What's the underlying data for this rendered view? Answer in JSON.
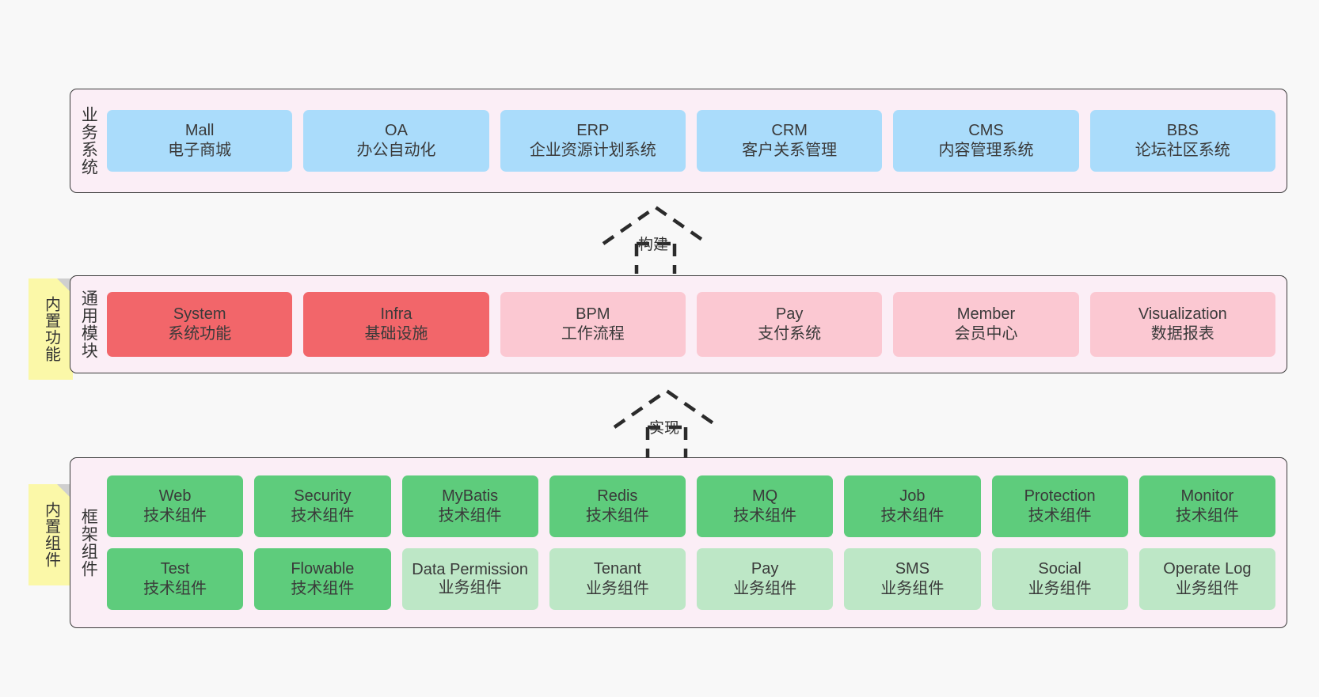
{
  "layers": [
    {
      "id": "business-systems",
      "title": "业务系统",
      "cards": [
        {
          "en": "Mall",
          "cn": "电子商城"
        },
        {
          "en": "OA",
          "cn": "办公自动化"
        },
        {
          "en": "ERP",
          "cn": "企业资源计划系统"
        },
        {
          "en": "CRM",
          "cn": "客户关系管理"
        },
        {
          "en": "CMS",
          "cn": "内容管理系统"
        },
        {
          "en": "BBS",
          "cn": "论坛社区系统"
        }
      ]
    },
    {
      "id": "common-modules",
      "title": "通用模块",
      "note": "内置功能",
      "cards": [
        {
          "en": "System",
          "cn": "系统功能",
          "style": "red"
        },
        {
          "en": "Infra",
          "cn": "基础设施",
          "style": "red"
        },
        {
          "en": "BPM",
          "cn": "工作流程",
          "style": "pink"
        },
        {
          "en": "Pay",
          "cn": "支付系统",
          "style": "pink"
        },
        {
          "en": "Member",
          "cn": "会员中心",
          "style": "pink"
        },
        {
          "en": "Visualization",
          "cn": "数据报表",
          "style": "pink"
        }
      ]
    },
    {
      "id": "framework-components",
      "title": "框架组件",
      "note": "内置组件",
      "rows": [
        [
          {
            "en": "Web",
            "cn": "技术组件",
            "style": "green"
          },
          {
            "en": "Security",
            "cn": "技术组件",
            "style": "green"
          },
          {
            "en": "MyBatis",
            "cn": "技术组件",
            "style": "green"
          },
          {
            "en": "Redis",
            "cn": "技术组件",
            "style": "green"
          },
          {
            "en": "MQ",
            "cn": "技术组件",
            "style": "green"
          },
          {
            "en": "Job",
            "cn": "技术组件",
            "style": "green"
          },
          {
            "en": "Protection",
            "cn": "技术组件",
            "style": "green"
          },
          {
            "en": "Monitor",
            "cn": "技术组件",
            "style": "green"
          }
        ],
        [
          {
            "en": "Test",
            "cn": "技术组件",
            "style": "green"
          },
          {
            "en": "Flowable",
            "cn": "技术组件",
            "style": "green"
          },
          {
            "en": "Data Permission",
            "cn": "业务组件",
            "style": "green-light"
          },
          {
            "en": "Tenant",
            "cn": "业务组件",
            "style": "green-light"
          },
          {
            "en": "Pay",
            "cn": "业务组件",
            "style": "green-light"
          },
          {
            "en": "SMS",
            "cn": "业务组件",
            "style": "green-light"
          },
          {
            "en": "Social",
            "cn": "业务组件",
            "style": "green-light"
          },
          {
            "en": "Operate Log",
            "cn": "业务组件",
            "style": "green-light"
          }
        ]
      ]
    }
  ],
  "arrows": [
    {
      "id": "build",
      "label": "构建"
    },
    {
      "id": "implement",
      "label": "实现"
    }
  ],
  "colors": {
    "background": "#f8f8f8",
    "panel": "#fbeef6",
    "panel_border": "#3b3b3b",
    "blue": "#aadcfb",
    "red": "#f2666a",
    "pink": "#fbc8d2",
    "green": "#5ecc7c",
    "green_light": "#bde7c6",
    "note": "#fbf8a8",
    "note_fold": "#cfcfcf",
    "text": "#333333"
  }
}
